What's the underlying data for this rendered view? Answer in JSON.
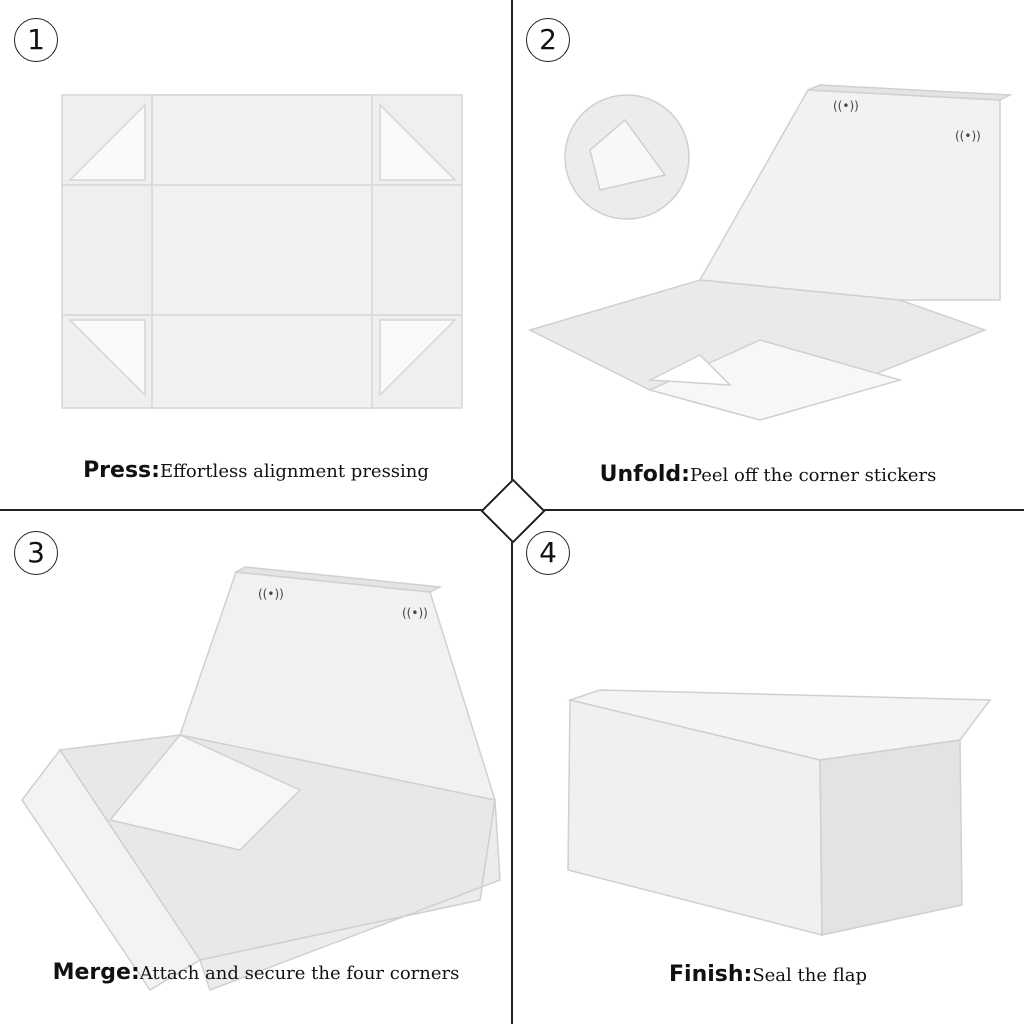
{
  "steps": [
    {
      "number": "1",
      "title": "Press:",
      "description": "Effortless alignment pressing"
    },
    {
      "number": "2",
      "title": "Unfold:",
      "description": "Peel off the corner stickers"
    },
    {
      "number": "3",
      "title": "Merge:",
      "description": "Attach and secure the four corners"
    },
    {
      "number": "4",
      "title": "Finish:",
      "description": "Seal the flap"
    }
  ],
  "colors": {
    "divider": "#222222",
    "box": "#eeeeee",
    "box_shade": "#e2e2e2",
    "box_edge": "#d0d0d0"
  }
}
